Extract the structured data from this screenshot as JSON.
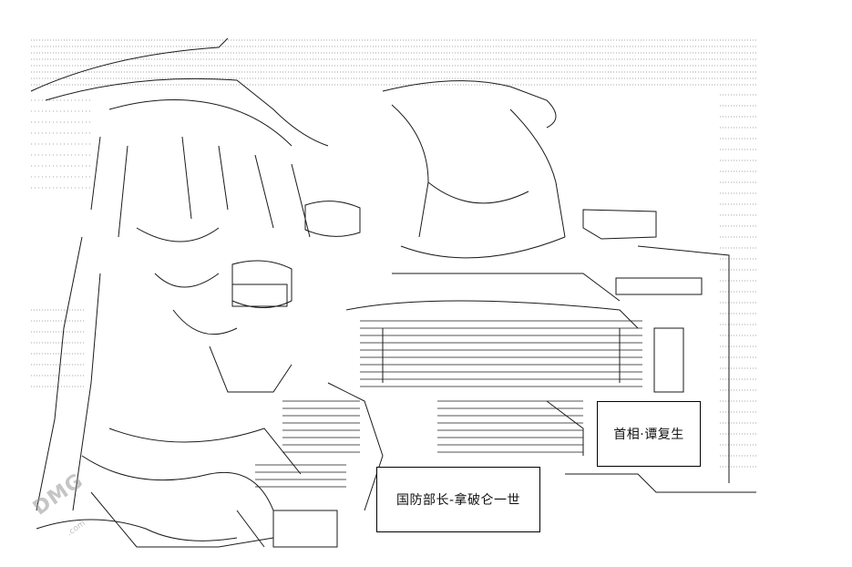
{
  "captions": {
    "prime_minister": "首相·谭复生",
    "defense_minister": "国防部长-拿破仑一世"
  },
  "watermark": {
    "logo": "DMG",
    "domain": ".com"
  },
  "colors": {
    "ink": "#1a1a1a",
    "dots": "#8a8a8a",
    "watermark": "#999999"
  }
}
